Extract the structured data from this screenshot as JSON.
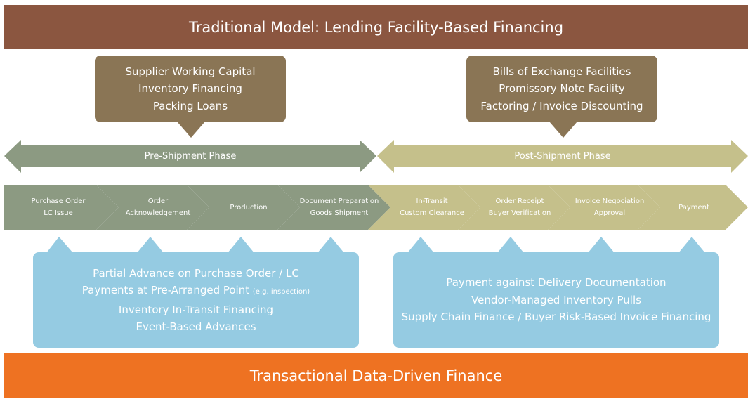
{
  "header": {
    "title": "Traditional Model: Lending Facility-Based Financing"
  },
  "footer": {
    "title": "Transactional Data-Driven Finance"
  },
  "colors": {
    "header_brown": "#8B5640",
    "footer_orange": "#EE7222",
    "facility_box": "#8A7555",
    "pre_phase": "#8C9A82",
    "post_phase": "#C5C08B",
    "data_box": "#95CBE2"
  },
  "traditional": {
    "pre": [
      "Supplier Working Capital",
      "Inventory Financing",
      "Packing Loans"
    ],
    "post": [
      "Bills of Exchange Facilities",
      "Promissory Note Facility",
      "Factoring / Invoice Discounting"
    ]
  },
  "phases": {
    "pre": "Pre-Shipment Phase",
    "post": "Post-Shipment Phase"
  },
  "steps": [
    {
      "line1": "Purchase Order",
      "line2": "LC Issue"
    },
    {
      "line1": "Order",
      "line2": "Acknowledgement"
    },
    {
      "line1": "Production",
      "line2": ""
    },
    {
      "line1": "Document Preparation",
      "line2": "Goods Shipment"
    },
    {
      "line1": "In-Transit",
      "line2": "Custom Clearance"
    },
    {
      "line1": "Order Receipt",
      "line2": "Buyer Verification"
    },
    {
      "line1": "Invoice Negociation",
      "line2": "Approval"
    },
    {
      "line1": "Payment",
      "line2": ""
    }
  ],
  "transactional": {
    "pre": {
      "line1": "Partial Advance on Purchase Order / LC",
      "line2_main": "Payments at Pre-Arranged Point",
      "line2_note": "(e.g. inspection)",
      "line3": "Inventory In-Transit Financing",
      "line4": "Event-Based Advances"
    },
    "post": [
      "Payment against Delivery Documentation",
      "Vendor-Managed Inventory Pulls",
      "Supply Chain Finance / Buyer Risk-Based Invoice Financing"
    ]
  }
}
